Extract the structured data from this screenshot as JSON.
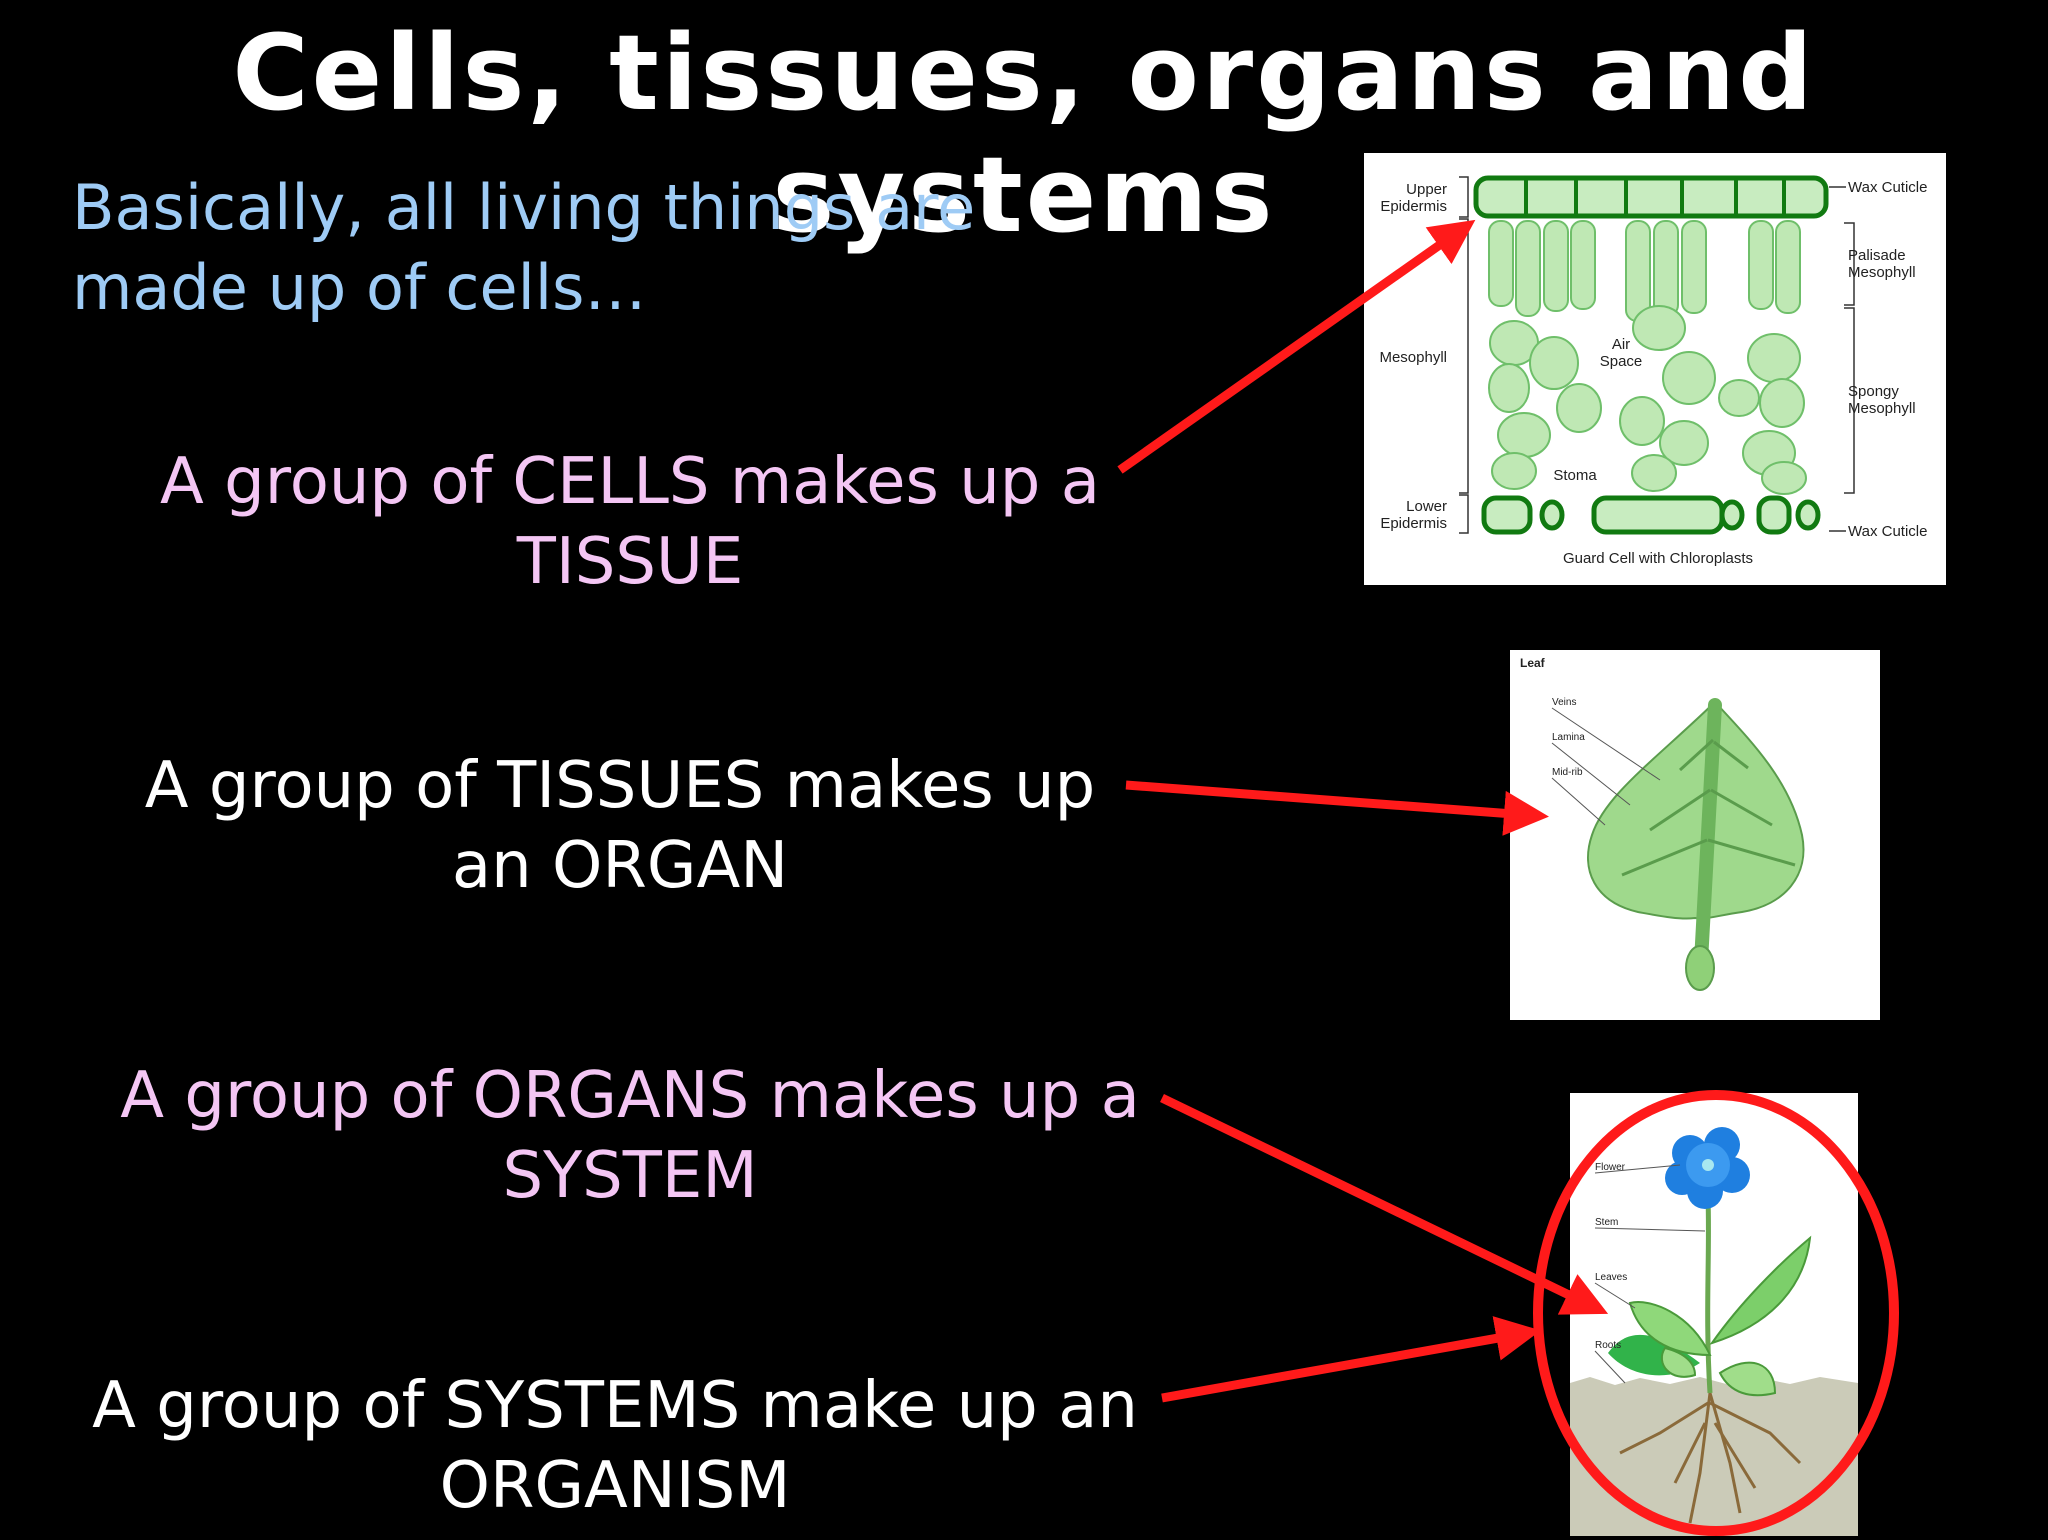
{
  "slide": {
    "title": "Cells, tissues, organs and systems",
    "intro": "Basically, all living things are made up of cells…",
    "statements": [
      {
        "line1": "A group of CELLS makes up a",
        "line2": "TISSUE"
      },
      {
        "line1": "A group of TISSUES makes up",
        "line2": "an ORGAN"
      },
      {
        "line1": "A group of ORGANS makes up a",
        "line2": "SYSTEM"
      },
      {
        "line1": "A group of SYSTEMS make up an",
        "line2": "ORGANISM"
      }
    ]
  },
  "leaf_section": {
    "upper_epidermis": [
      "Upper",
      "Epidermis"
    ],
    "wax_cuticle_top": "Wax Cuticle",
    "palisade": [
      "Palisade",
      "Mesophyll"
    ],
    "mesophyll": "Mesophyll",
    "air_space": [
      "Air",
      "Space"
    ],
    "spongy": [
      "Spongy",
      "Mesophyll"
    ],
    "stoma": "Stoma",
    "lower_epidermis": [
      "Lower",
      "Epidermis"
    ],
    "wax_cuticle_bottom": "Wax Cuticle",
    "guard_cell": "Guard Cell with Chloroplasts"
  },
  "leaf": {
    "title": "Leaf",
    "veins": "Veins",
    "lamina": "Lamina",
    "midrib": "Mid-rib"
  },
  "plant": {
    "flower": "Flower",
    "stem": "Stem",
    "leaves": "Leaves",
    "roots": "Roots"
  },
  "colors": {
    "arrow": "#ff1a1a",
    "background": "#000000",
    "intro_text": "#9ecbf5",
    "pink_text": "#f4c6f4"
  }
}
